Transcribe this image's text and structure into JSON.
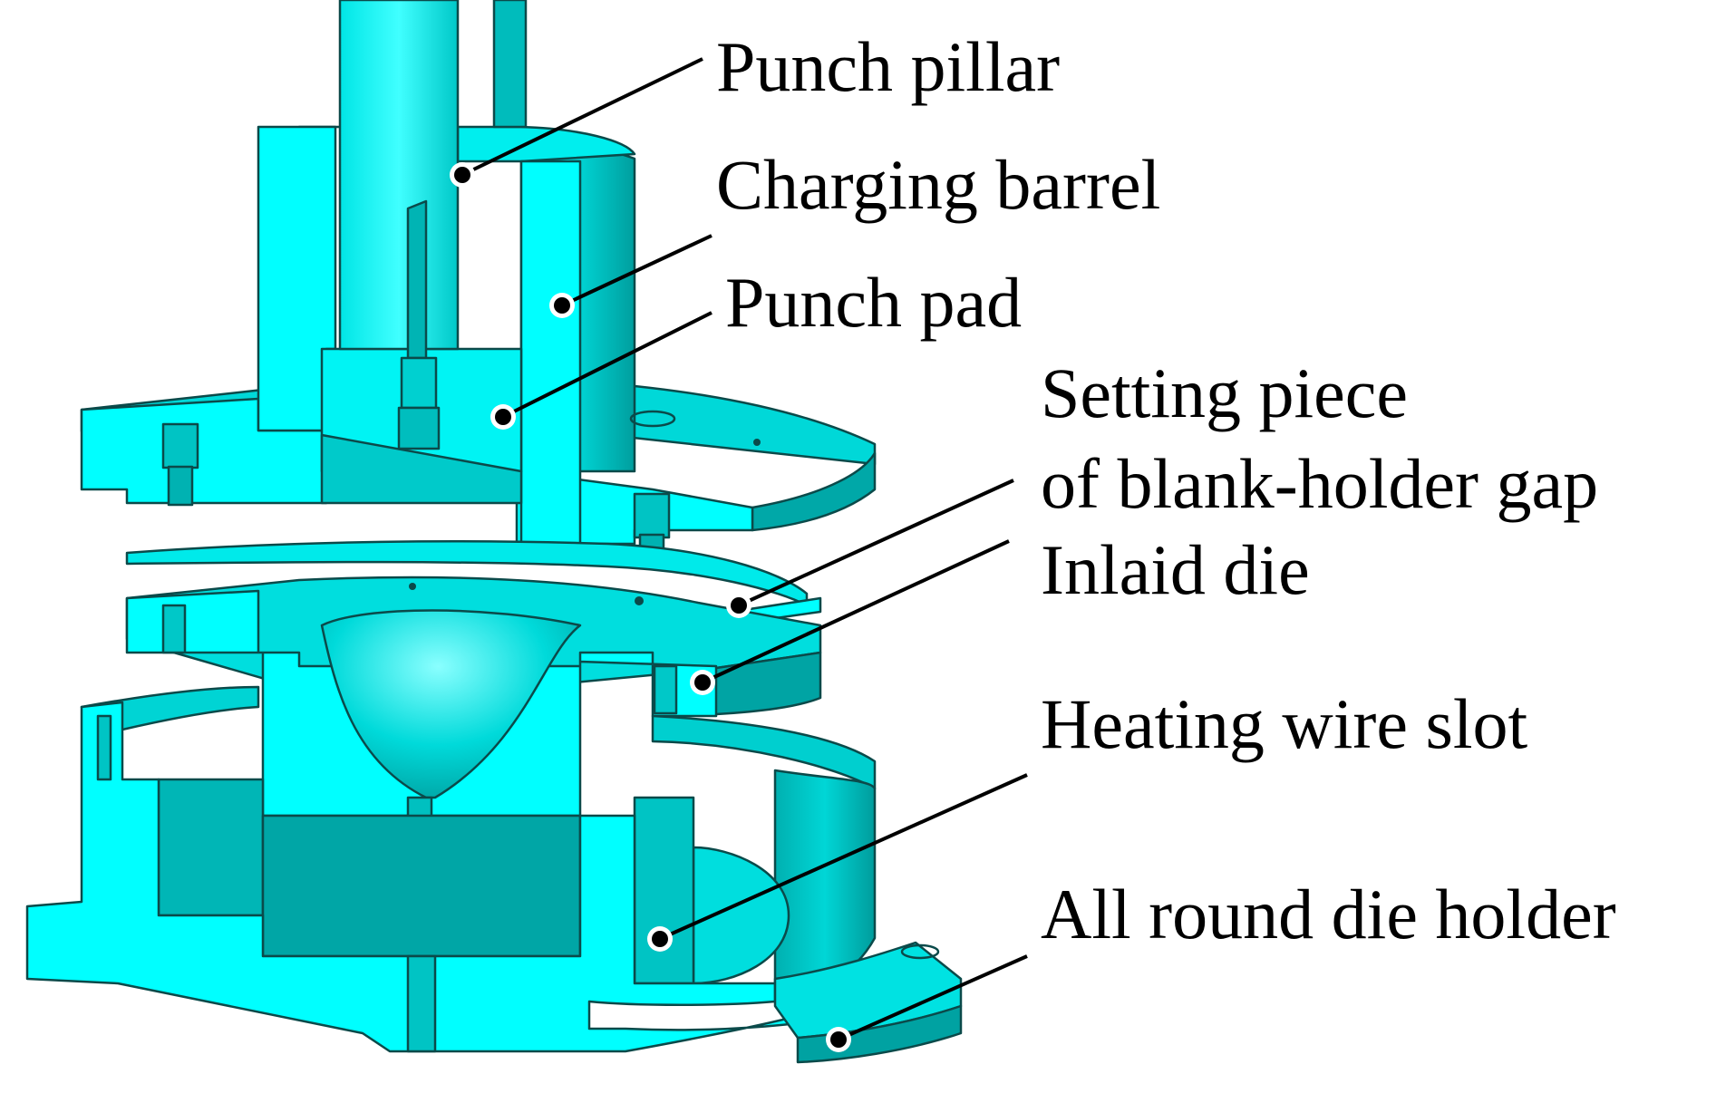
{
  "diagram": {
    "labels": {
      "punch_pillar": "Punch pillar",
      "charging_barrel": "Charging barrel",
      "punch_pad": "Punch pad",
      "setting_piece_line1": "Setting piece",
      "setting_piece_line2": "of blank-holder gap",
      "inlaid_die": "Inlaid die",
      "heating_wire_slot": "Heating wire slot",
      "all_round_die_holder": "All round die holder"
    },
    "colors": {
      "cut_face": "#00ffff",
      "body_light": "#00dcdc",
      "body_mid": "#00c2c2",
      "body_shadow": "#009999",
      "outline": "#0b4a4a",
      "leader": "#000000"
    }
  }
}
